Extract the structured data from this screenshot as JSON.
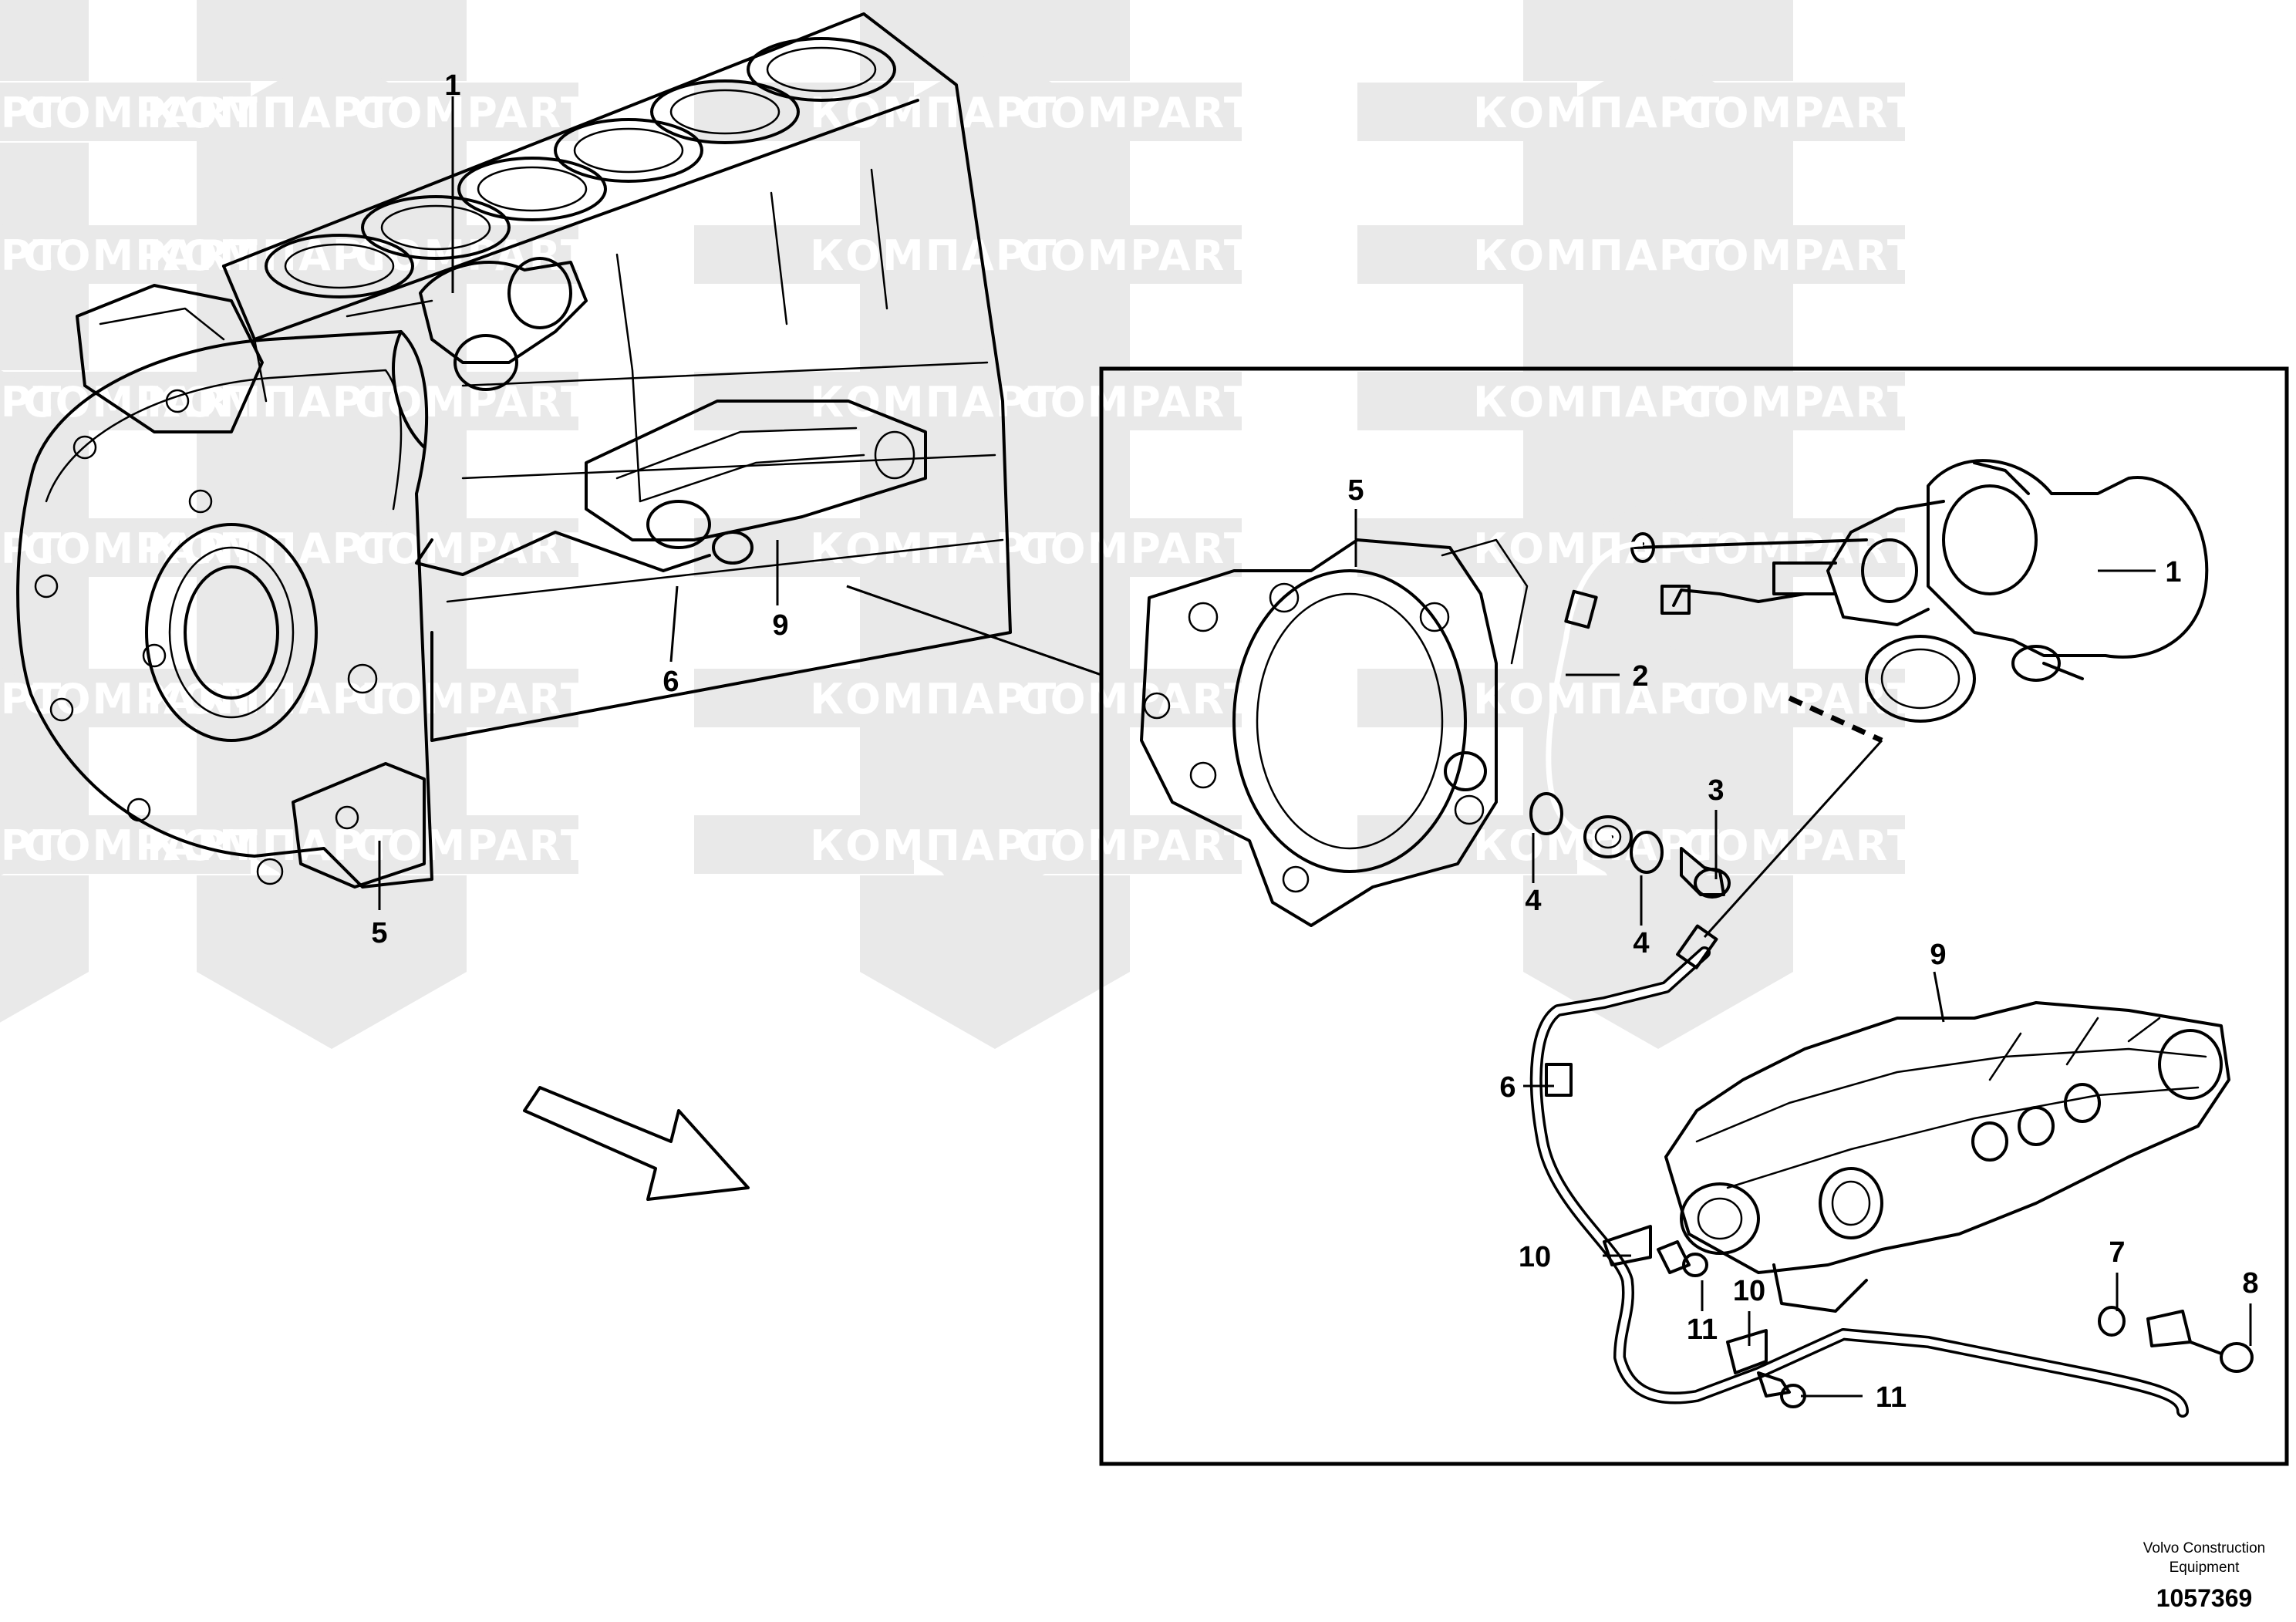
{
  "watermark": {
    "text_cyrillic": "КОМПАРТ",
    "text_latin": "COMPART"
  },
  "callouts": {
    "overview": [
      {
        "id": "1",
        "label": "1"
      },
      {
        "id": "5",
        "label": "5"
      },
      {
        "id": "6",
        "label": "6"
      },
      {
        "id": "9",
        "label": "9"
      }
    ],
    "detail": [
      {
        "id": "1",
        "label": "1"
      },
      {
        "id": "2",
        "label": "2"
      },
      {
        "id": "3",
        "label": "3"
      },
      {
        "id": "4a",
        "label": "4"
      },
      {
        "id": "4b",
        "label": "4"
      },
      {
        "id": "5",
        "label": "5"
      },
      {
        "id": "6",
        "label": "6"
      },
      {
        "id": "7",
        "label": "7"
      },
      {
        "id": "8",
        "label": "8"
      },
      {
        "id": "9",
        "label": "9"
      },
      {
        "id": "10a",
        "label": "10"
      },
      {
        "id": "10b",
        "label": "10"
      },
      {
        "id": "11a",
        "label": "11"
      },
      {
        "id": "11b",
        "label": "11"
      }
    ]
  },
  "footer": {
    "brand_line1": "Volvo Construction",
    "brand_line2": "Equipment",
    "drawing_number": "1057369"
  },
  "colors": {
    "watermark_shape": "#e9e9e9",
    "line": "#000000",
    "background": "#ffffff"
  }
}
